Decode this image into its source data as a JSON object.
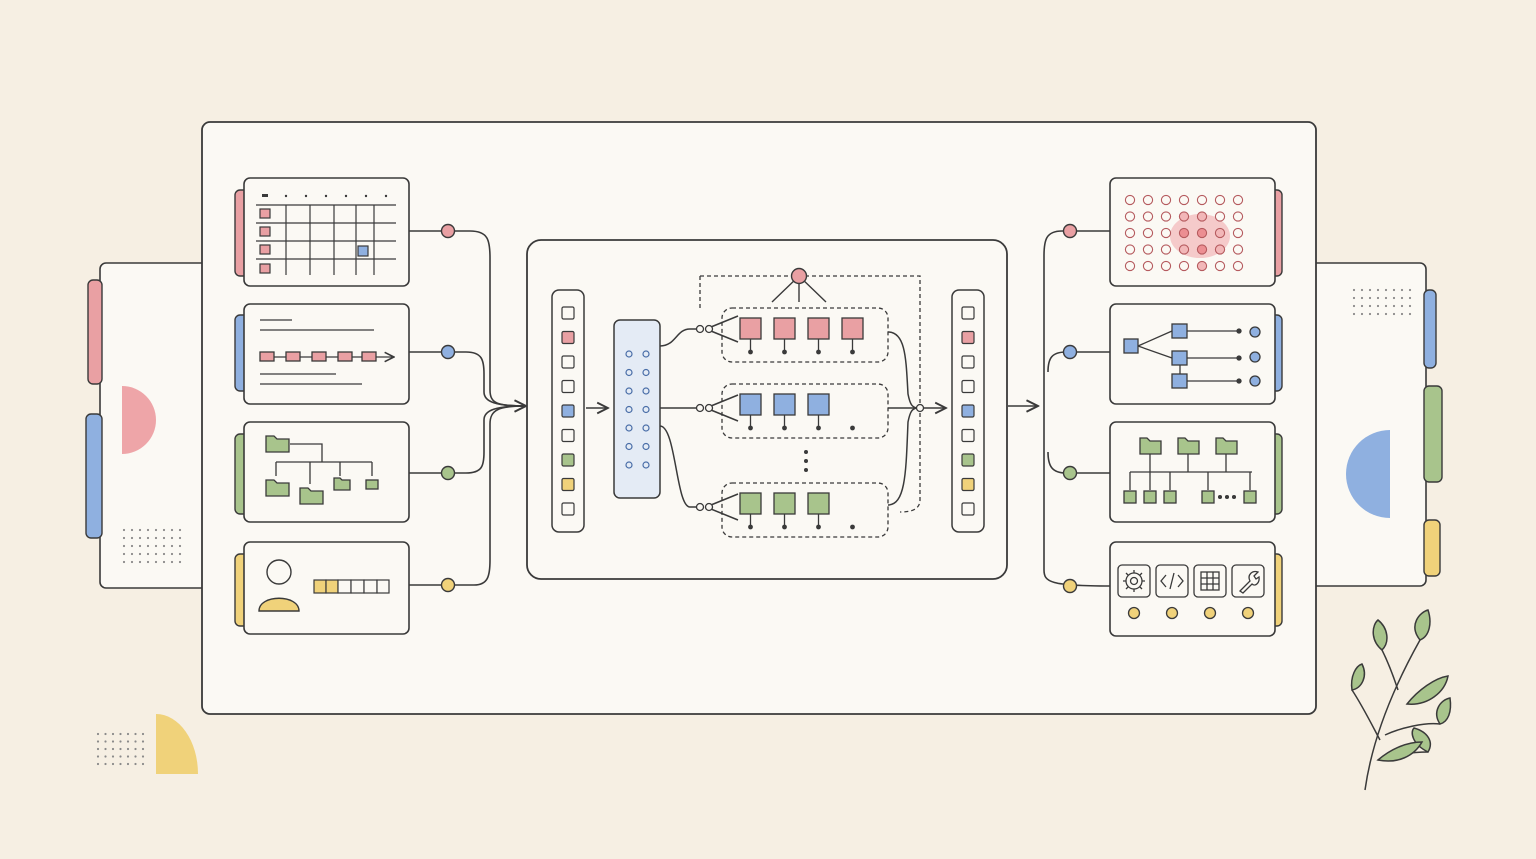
{
  "colors": {
    "background": "#f6efe3",
    "panel": "#fbf9f4",
    "stroke": "#3a3a3a",
    "red": "#e9a0a3",
    "blue": "#8fb0e0",
    "green": "#a8c48c",
    "yellow": "#f0d27a",
    "mid_block": "#e4ebf5",
    "leaf": "#8fae73"
  },
  "inputs": [
    {
      "name": "calendar-grid",
      "accent": "red",
      "icon": "calendar-icon"
    },
    {
      "name": "sequence-timeline",
      "accent": "blue",
      "icon": "timeline-icon"
    },
    {
      "name": "folder-tree",
      "accent": "green",
      "icon": "folder-tree-icon"
    },
    {
      "name": "user-profile",
      "accent": "yellow",
      "icon": "user-icon"
    }
  ],
  "outputs": [
    {
      "name": "dot-heatmap",
      "accent": "red",
      "icon": "heatmap-icon"
    },
    {
      "name": "branching-tree",
      "accent": "blue",
      "icon": "tree-icon"
    },
    {
      "name": "folder-hierarchy",
      "accent": "green",
      "icon": "folder-hierarchy-icon"
    },
    {
      "name": "tools-panel",
      "accent": "yellow",
      "icon": "tools-icon"
    }
  ],
  "experts": [
    {
      "name": "expert-row-red",
      "accent": "red",
      "blocks": 4
    },
    {
      "name": "expert-row-blue",
      "accent": "blue",
      "blocks": 3
    },
    {
      "name": "expert-row-green",
      "accent": "green",
      "blocks": 3
    }
  ],
  "token_column": [
    "empty",
    "red",
    "empty",
    "empty",
    "blue",
    "empty",
    "green",
    "yellow",
    "empty"
  ],
  "tool_icons": [
    "gear-icon",
    "code-icon",
    "table-icon",
    "wrench-icon"
  ]
}
